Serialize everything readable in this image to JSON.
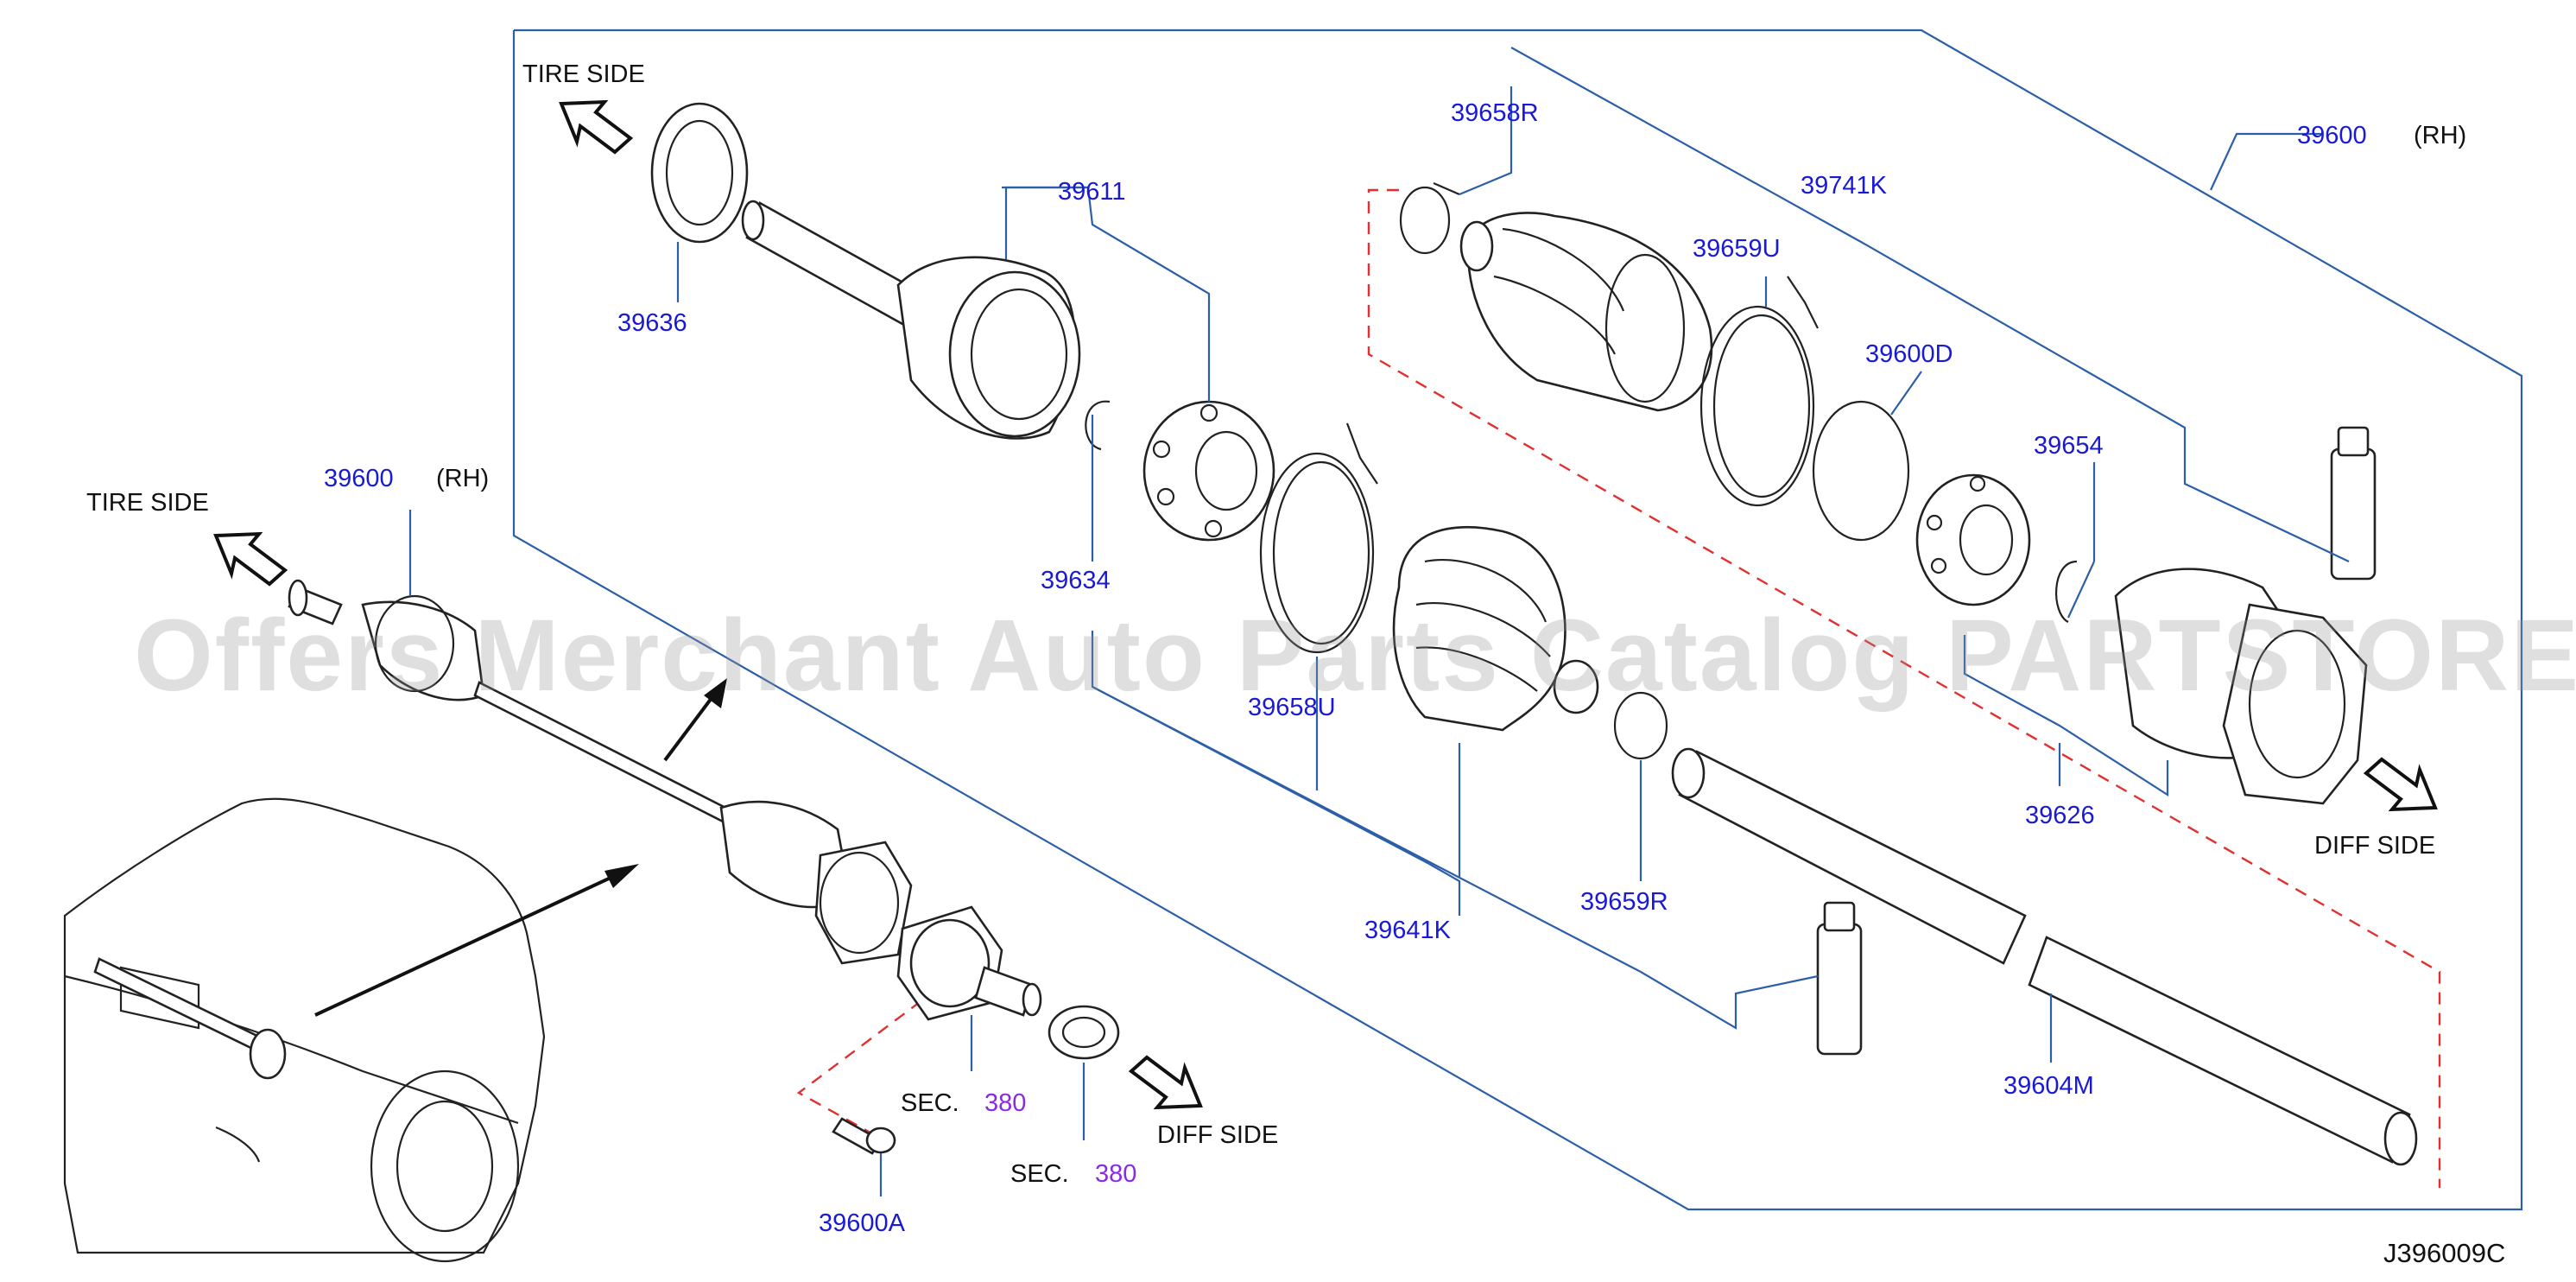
{
  "labels": {
    "tire_side_top": "TIRE   SIDE",
    "tire_side_left": "TIRE   SIDE",
    "diff_side_right": "DIFF   SIDE",
    "diff_side_bottom": "DIFF   SIDE",
    "p39600_top": "39600",
    "rh_top": "(RH)",
    "p39600_left": "39600",
    "rh_left": "(RH)",
    "p39636": "39636",
    "p39611": "39611",
    "p39634": "39634",
    "p39658R": "39658R",
    "p39741K": "39741K",
    "p39659U": "39659U",
    "p39600D": "39600D",
    "p39654": "39654",
    "p39658U": "39658U",
    "p39641K": "39641K",
    "p39659R": "39659R",
    "p39626": "39626",
    "p39604M": "39604M",
    "p39600A": "39600A",
    "sec1_text": "SEC.",
    "sec1_num": "380",
    "sec2_text": "SEC.",
    "sec2_num": "380",
    "diagram_code": "J396009C"
  },
  "watermark": "Offers Merchant Auto Parts Catalog PARTSTORE.SA",
  "colors": {
    "part_number": "#1a1ad6",
    "section_ref": "#8a2be2",
    "leader_line": "#2d5fa8",
    "dashed_boundary": "#e23030",
    "outline": "#222222"
  }
}
